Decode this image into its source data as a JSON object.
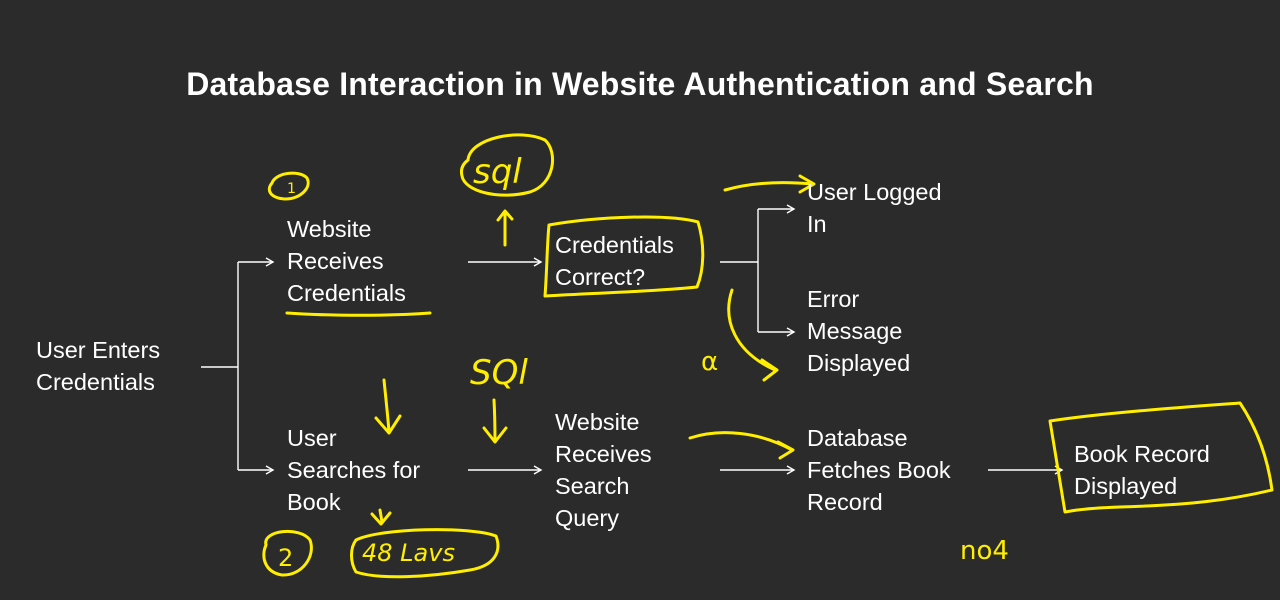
{
  "title": "Database Interaction in Website Authentication and Search",
  "nodes": {
    "user_enters": [
      "User Enters",
      "Credentials"
    ],
    "website_receives_credentials": [
      "Website",
      "Receives",
      "Credentials"
    ],
    "credentials_correct": [
      "Credentials",
      "Correct?"
    ],
    "user_logged_in": [
      "User Logged",
      "In"
    ],
    "error_message": [
      "Error",
      "Message",
      "Displayed"
    ],
    "user_searches": [
      "User",
      "Searches for",
      "Book"
    ],
    "website_receives_query": [
      "Website",
      "Receives",
      "Search",
      "Query"
    ],
    "database_fetches": [
      "Database",
      "Fetches Book",
      "Record"
    ],
    "book_record_displayed": [
      "Book Record",
      "Displayed"
    ]
  },
  "annotations": {
    "colors": {
      "ink": "#ffee00",
      "text": "#ffffff",
      "background": "#2b2b2b"
    },
    "step_one": "1",
    "step_two": "2",
    "sql_top": "sql",
    "sql_middle": "SQl",
    "alpha": "α",
    "bottom_note": "48 Lavs",
    "right_note": "no4"
  }
}
